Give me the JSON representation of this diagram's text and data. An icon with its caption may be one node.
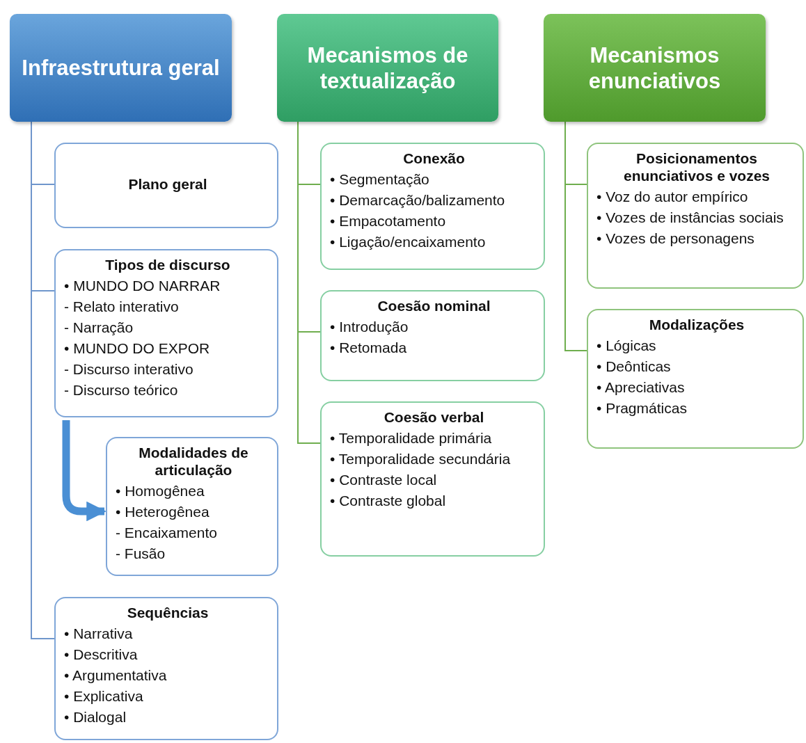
{
  "diagram": {
    "nodes": [
      {
        "text": [
          "Infraestrutura geral"
        ]
      },
      {
        "text": [
          "Plano geral"
        ]
      },
      {
        "text": [
          "Tipos de discurso",
          "• MUNDO DO NARRAR",
          "- Relato interativo",
          "- Narração",
          "• MUNDO DO EXPOR",
          "- Discurso interativo",
          "- Discurso teórico"
        ]
      },
      {
        "text": [
          "Modalidades de articulação",
          "• Homogênea",
          "• Heterogênea",
          "- Encaixamento",
          "- Fusão"
        ]
      },
      {
        "text": [
          "Sequências",
          "• Narrativa",
          "• Descritiva",
          "• Argumentativa",
          "• Explicativa",
          "• Dialogal"
        ]
      },
      {
        "text": [
          "Mecanismos de textualização"
        ]
      },
      {
        "text": [
          "Conexão",
          "• Segmentação",
          "• Demarcação/balizamento",
          "• Empacotamento",
          "• Ligação/encaixamento"
        ]
      },
      {
        "text": [
          "Coesão nominal",
          "• Introdução",
          "• Retomada"
        ]
      },
      {
        "text": [
          "Coesão verbal",
          "• Temporalidade primária",
          "• Temporalidade secundária",
          "• Contraste local",
          "• Contraste global"
        ]
      },
      {
        "text": [
          "Mecanismos enunciativos"
        ]
      },
      {
        "text": [
          "Posicionamentos enunciativos e vozes",
          "• Voz do autor empírico",
          "• Vozes de instâncias sociais",
          "• Vozes de personagens"
        ]
      },
      {
        "text": [
          "Modalizações",
          "• Lógicas",
          "• Deônticas",
          "• Apreciativas",
          "• Pragmáticas"
        ]
      }
    ],
    "edges": [
      {
        "from": 0,
        "to": 1,
        "arrow": "none",
        "color": "#6f96cc"
      },
      {
        "from": 0,
        "to": 2,
        "arrow": "none",
        "color": "#6f96cc"
      },
      {
        "from": 0,
        "to": 4,
        "arrow": "none",
        "color": "#6f96cc"
      },
      {
        "from": 2,
        "to": 3,
        "arrow": "to",
        "style": "thick",
        "color": "#4a8fd4"
      },
      {
        "from": 5,
        "to": 6,
        "arrow": "none"
      },
      {
        "from": 5,
        "to": 7,
        "arrow": "none"
      },
      {
        "from": 5,
        "to": 8,
        "arrow": "none"
      },
      {
        "from": 9,
        "to": 10,
        "arrow": "none"
      },
      {
        "from": 9,
        "to": 11,
        "arrow": "none"
      }
    ]
  }
}
